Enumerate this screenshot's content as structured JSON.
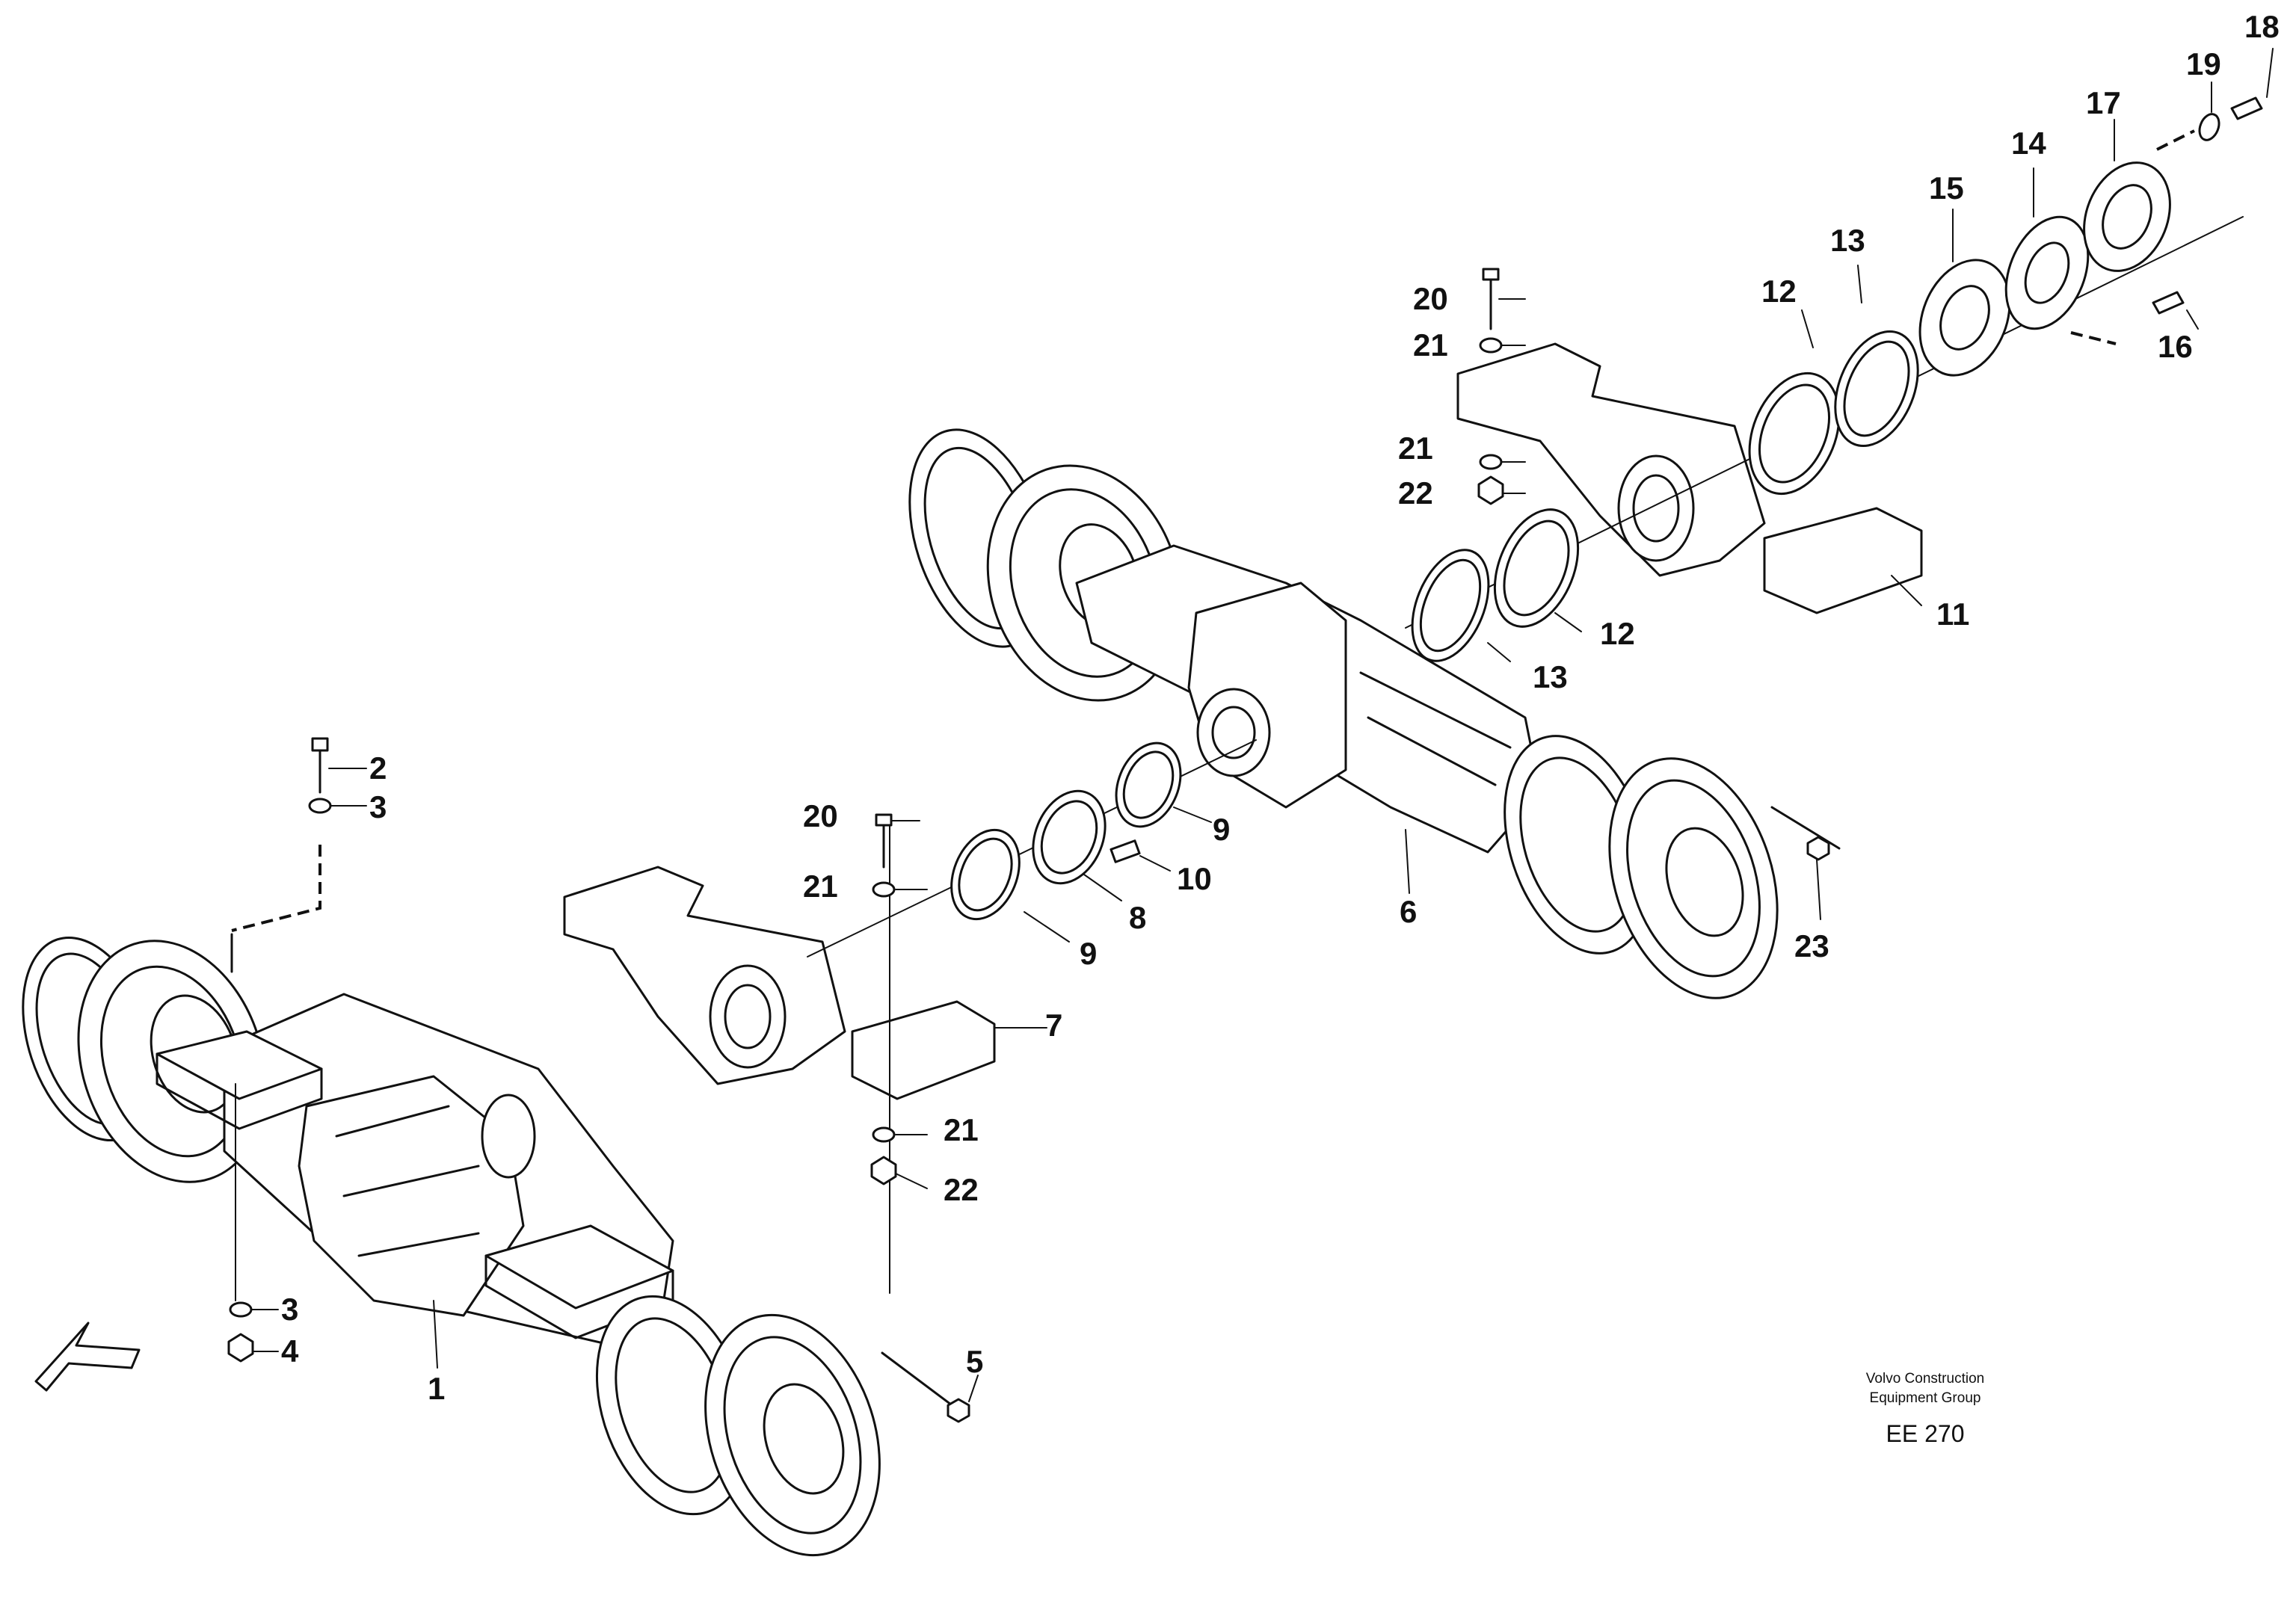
{
  "diagram": {
    "part_labels": {
      "p1": "1",
      "p2": "2",
      "p3a": "3",
      "p3b": "3",
      "p4": "4",
      "p5": "5",
      "p6": "6",
      "p7": "7",
      "p8": "8",
      "p9a": "9",
      "p9b": "9",
      "p10": "10",
      "p11": "11",
      "p12a": "12",
      "p12b": "12",
      "p13a": "13",
      "p13b": "13",
      "p14": "14",
      "p15": "15",
      "p16": "16",
      "p17": "17",
      "p18": "18",
      "p19": "19",
      "p20a": "20",
      "p20b": "20",
      "p21a": "21",
      "p21b": "21",
      "p21c": "21",
      "p21d": "21",
      "p22a": "22",
      "p22b": "22",
      "p23": "23"
    },
    "icons": {
      "direction_arrow": "direction-arrow-icon"
    }
  },
  "caption": {
    "company_line1": "Volvo Construction",
    "company_line2": "Equipment Group",
    "code": "EE 270"
  }
}
